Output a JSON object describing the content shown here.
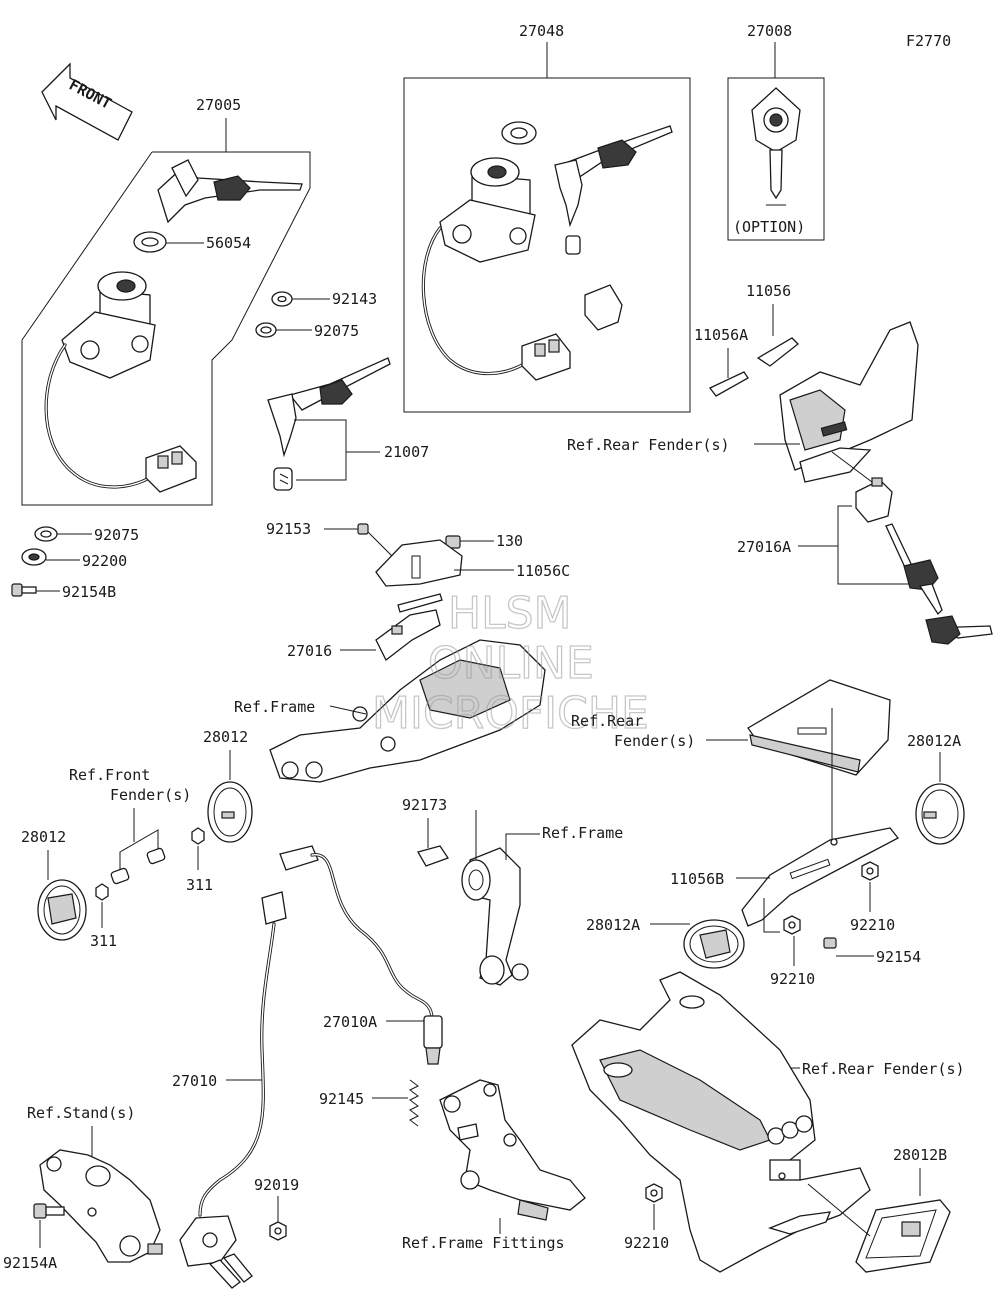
{
  "figure_code": "F2770",
  "front_marker": "FRONT",
  "option_label": "(OPTION)",
  "watermark": [
    "HLSM",
    "ONLINE",
    "MICROFICHE"
  ],
  "labels": {
    "l27048": "27048",
    "l27008": "27008",
    "l27005": "27005",
    "l56054": "56054",
    "l92143": "92143",
    "l92075a": "92075",
    "l21007": "21007",
    "l92075b": "92075",
    "l92200": "92200",
    "l92154B": "92154B",
    "l11056": "11056",
    "l11056A": "11056A",
    "lRefRearFender1": "Ref.Rear Fender(s)",
    "l27016A": "27016A",
    "l92153": "92153",
    "l130": "130",
    "l11056C": "11056C",
    "l27016": "27016",
    "lRefFrame1": "Ref.Frame",
    "lRefRear2a": "Ref.Rear",
    "lRefRear2b": "Fender(s)",
    "l28012top": "28012",
    "lRefFrontA": "Ref.Front",
    "lRefFrontB": "Fender(s)",
    "l28012left": "28012",
    "l311a": "311",
    "l311b": "311",
    "l92173": "92173",
    "lRefFrame2": "Ref.Frame",
    "l28012A_r": "28012A",
    "l11056B": "11056B",
    "l92210a": "92210",
    "l28012A_l": "28012A",
    "l92210b": "92210",
    "l92154": "92154",
    "l27010A": "27010A",
    "l27010": "27010",
    "l92145": "92145",
    "lRefRearFender3": "Ref.Rear Fender(s)",
    "lRefStand": "Ref.Stand(s)",
    "l92019": "92019",
    "l28012B": "28012B",
    "l92154A": "92154A",
    "lRefFrameFittings": "Ref.Frame Fittings",
    "l92210c": "92210"
  }
}
